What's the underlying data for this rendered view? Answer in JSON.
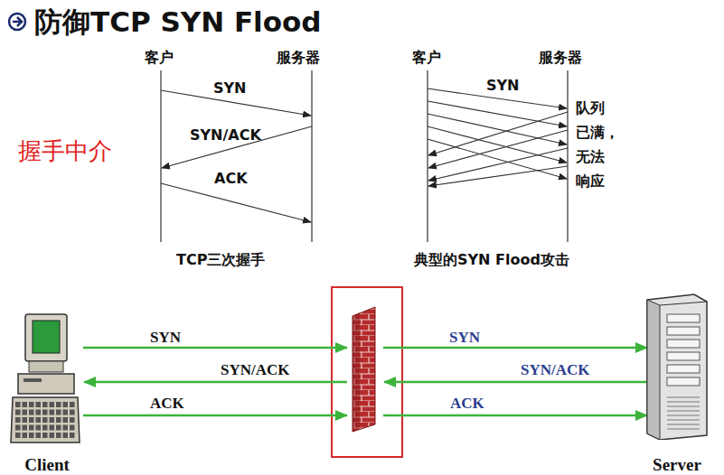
{
  "diagram": {
    "title": "防御TCP SYN Flood",
    "nodes": [
      {
        "text": [
          "Client"
        ]
      },
      {
        "text": [
          "Server"
        ]
      }
    ],
    "labels": [
      "握手中介",
      "客户",
      "服务器",
      "SYN",
      "SYN/ACK",
      "ACK",
      "TCP三次握手",
      "客户",
      "服务器",
      "SYN",
      "队列 已满， 无法 响应",
      "典型的SYN Flood攻击",
      "SYN",
      "SYN/ACK",
      "ACK",
      "SYN",
      "SYN/ACK",
      "ACK"
    ]
  }
}
